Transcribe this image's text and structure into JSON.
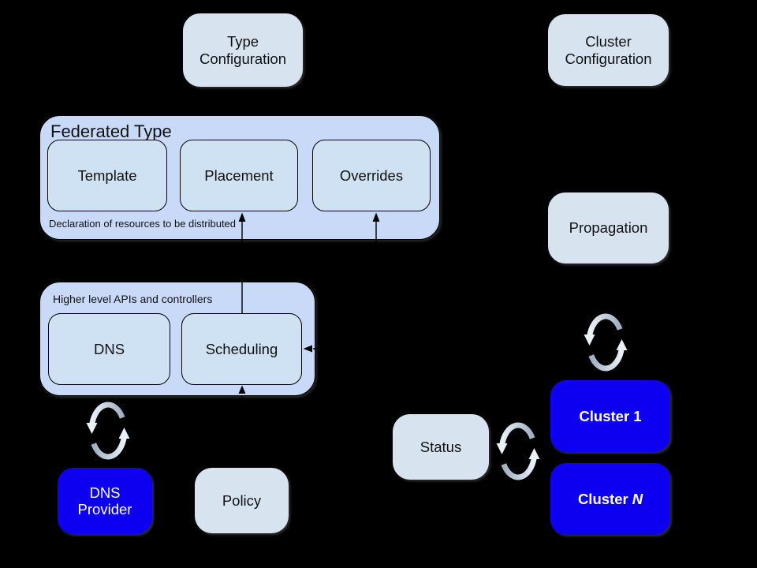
{
  "diagram": {
    "title_hint": "Federation type configuration and propagation diagram",
    "colors": {
      "background": "#000000",
      "group_fill": "#c9daf8",
      "inner_box_fill": "#cfe2f3",
      "standalone_box_fill": "#d7e4f0",
      "accent_blue": "#0d00f0",
      "text_dark": "#000000",
      "text_light": "#ffffff",
      "connector": "#000000",
      "sync_arrow_light": "#e9f1f9",
      "sync_arrow_dark": "#9fb0c2"
    },
    "boxes": {
      "type_configuration": "Type\nConfiguration",
      "cluster_configuration": "Cluster\nConfiguration",
      "template": "Template",
      "placement": "Placement",
      "overrides": "Overrides",
      "propagation": "Propagation",
      "dns": "DNS",
      "scheduling": "Scheduling",
      "dns_provider": "DNS\nProvider",
      "policy": "Policy",
      "status": "Status",
      "cluster_1": "Cluster 1",
      "cluster_n_prefix": "Cluster",
      "cluster_n_suffix": "N"
    },
    "groups": {
      "federated_type": {
        "title": "Federated Type",
        "caption": "Declaration of resources to be distributed"
      },
      "higher_level": {
        "title": "Higher level APIs and controllers"
      }
    },
    "icons": {
      "sync": "circular-sync-arrows"
    },
    "connectors": [
      {
        "from": "scheduling",
        "to": "placement",
        "style": "solid-arrow-up"
      },
      {
        "from": "below",
        "to": "overrides",
        "style": "solid-arrow-up"
      },
      {
        "from": "right",
        "to": "scheduling",
        "style": "dash-dot-arrow-left"
      },
      {
        "from": "below",
        "to": "scheduling",
        "style": "dashed-arrow-up"
      }
    ]
  }
}
